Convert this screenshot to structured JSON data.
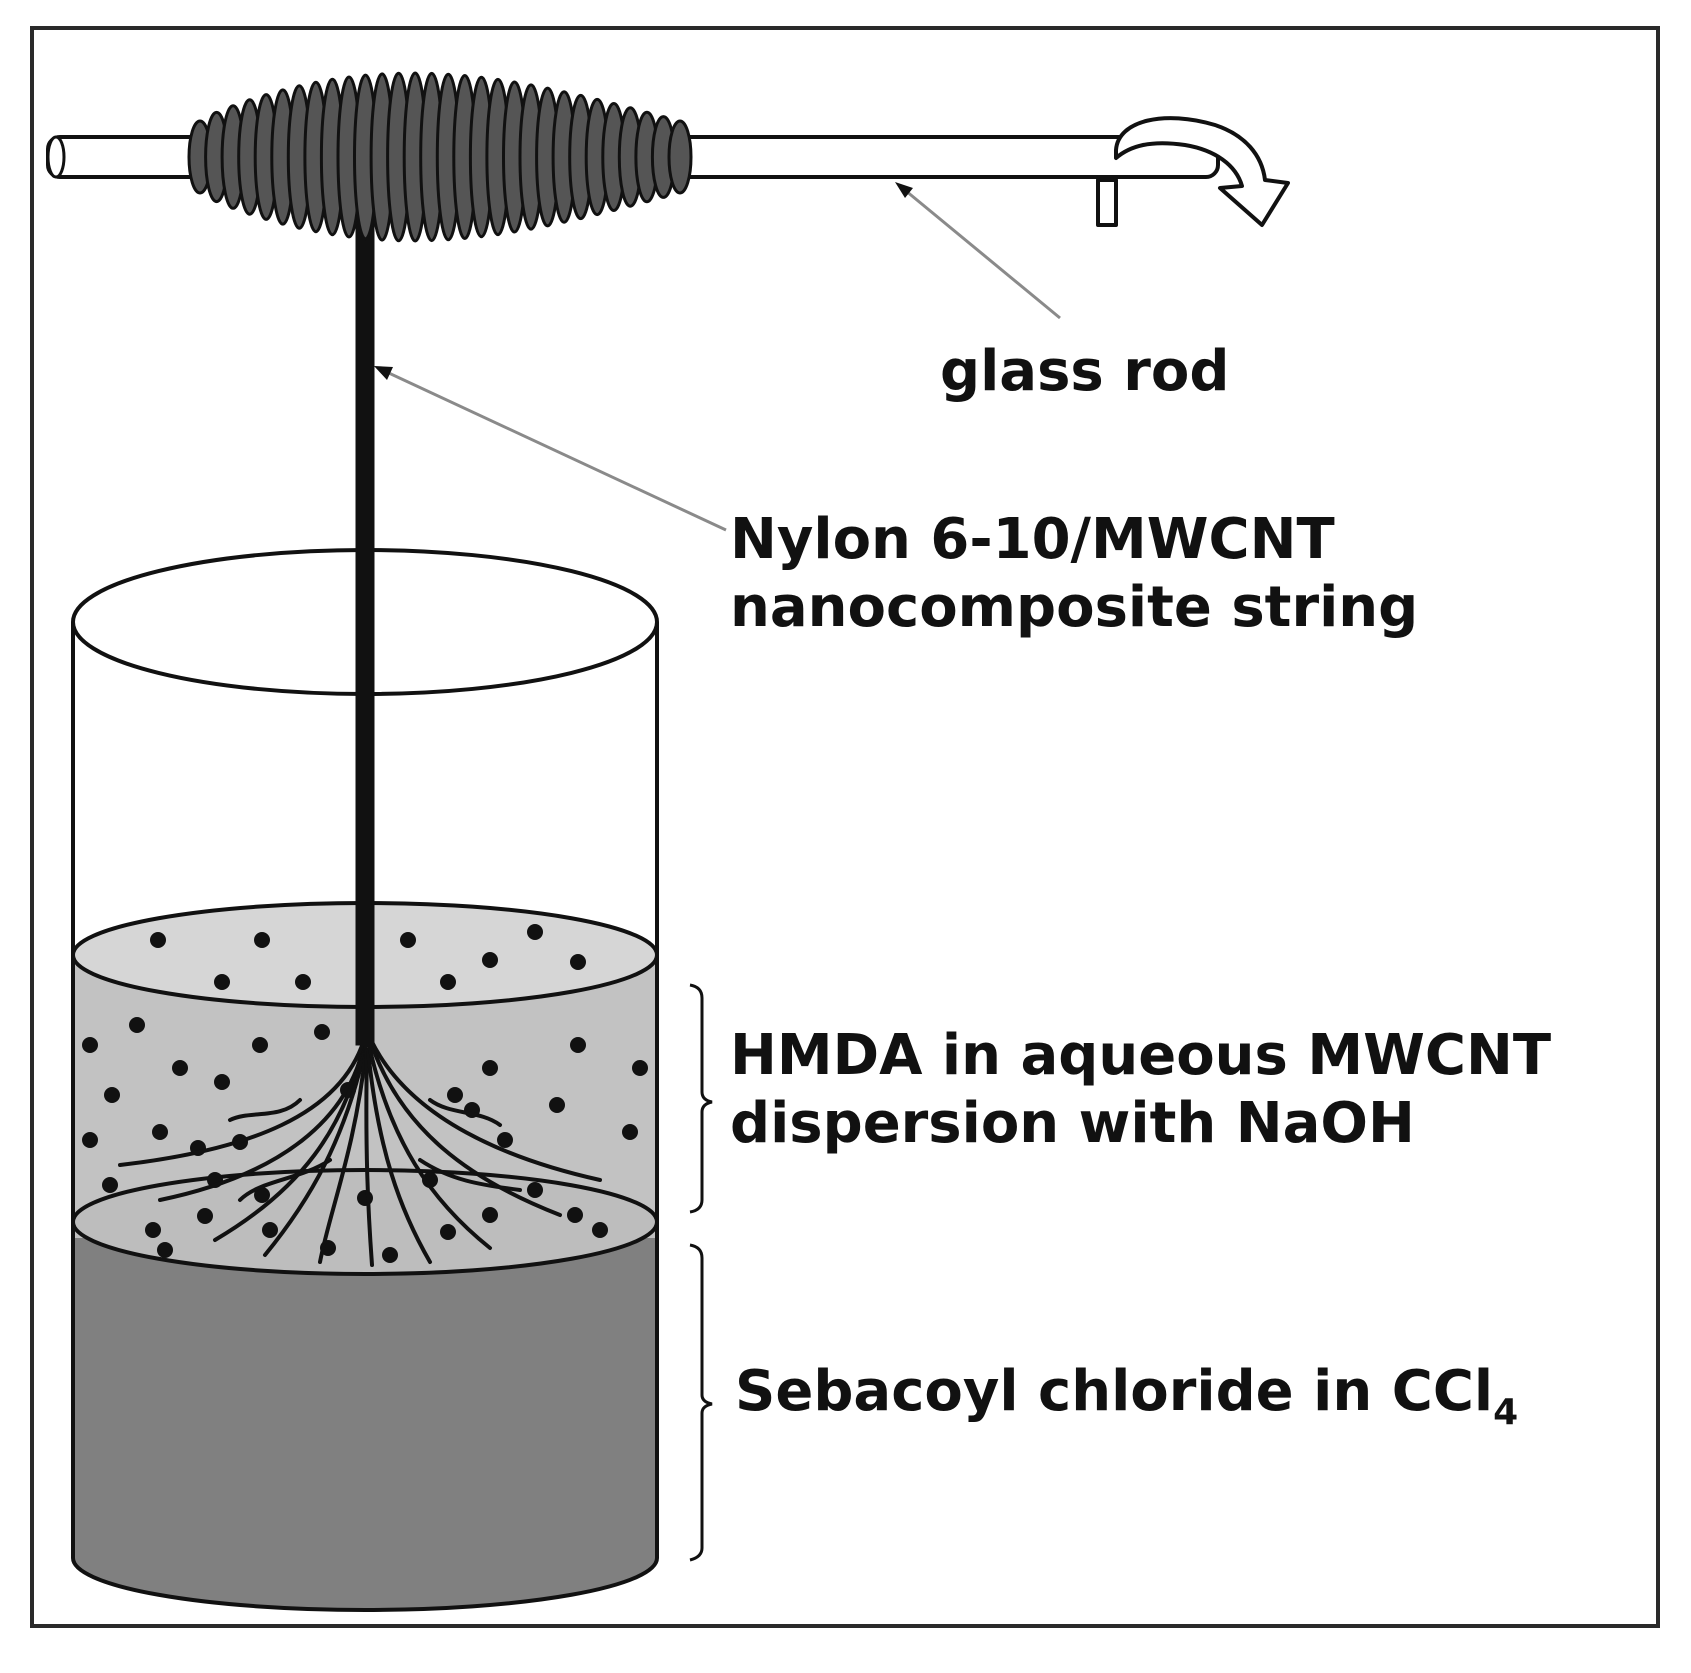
{
  "labels": {
    "glass_rod": "glass rod",
    "string_line1": "Nylon 6-10/MWCNT",
    "string_line2": "nanocomposite string",
    "aqueous_line1": "HMDA in aqueous MWCNT",
    "aqueous_line2": "dispersion with NaOH",
    "organic_main": "Sebacoyl chloride in CCl",
    "organic_subscript": "4"
  },
  "colors": {
    "frame": "#2a2a2a",
    "outline": "#111111",
    "glass_rod": "#ffffff",
    "coil": "#555555",
    "aqueous_layer": "#c2c2c2",
    "aqueous_surface": "#d6d6d6",
    "organic_layer": "#808080",
    "interface": "#bdbdbd",
    "particles": "#111111",
    "leader_line": "#8a8a8a"
  }
}
